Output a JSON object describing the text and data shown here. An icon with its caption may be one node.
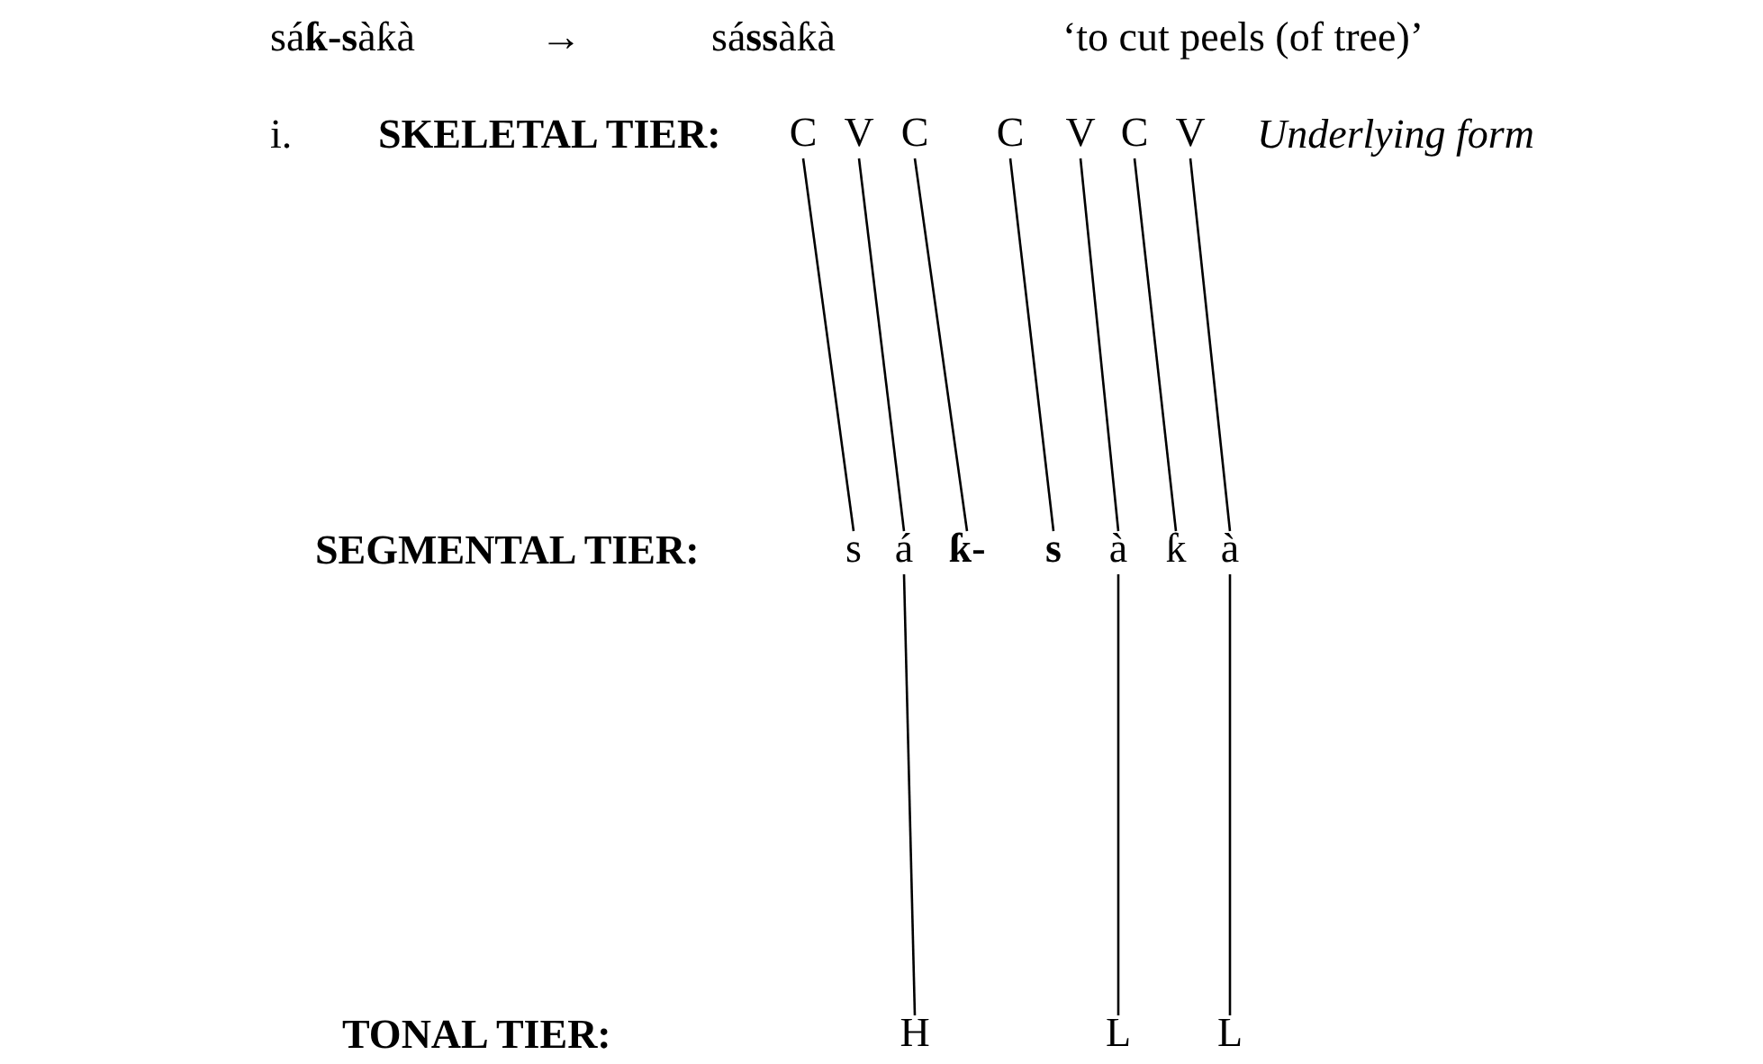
{
  "diagram": {
    "nodes": [
      {
        "text": [
          "C"
        ]
      },
      {
        "text": [
          "V"
        ]
      },
      {
        "text": [
          "C"
        ]
      },
      {
        "text": [
          "C"
        ]
      },
      {
        "text": [
          "V"
        ]
      },
      {
        "text": [
          "C"
        ]
      },
      {
        "text": [
          "V"
        ]
      },
      {
        "text": [
          "s"
        ]
      },
      {
        "text": [
          "á"
        ]
      },
      {
        "text": [
          "ƙ-"
        ]
      },
      {
        "text": [
          "s"
        ]
      },
      {
        "text": [
          "à"
        ]
      },
      {
        "text": [
          "ƙ"
        ]
      },
      {
        "text": [
          "à"
        ]
      },
      {
        "text": [
          "H"
        ]
      },
      {
        "text": [
          "L"
        ]
      },
      {
        "text": [
          "L"
        ]
      }
    ],
    "edges": [
      {
        "from": 0,
        "to": 7,
        "arrow": "none"
      },
      {
        "from": 1,
        "to": 8,
        "arrow": "none"
      },
      {
        "from": 2,
        "to": 9,
        "arrow": "none"
      },
      {
        "from": 3,
        "to": 10,
        "arrow": "none"
      },
      {
        "from": 4,
        "to": 11,
        "arrow": "none"
      },
      {
        "from": 5,
        "to": 12,
        "arrow": "none"
      },
      {
        "from": 6,
        "to": 13,
        "arrow": "none"
      },
      {
        "from": 8,
        "to": 14,
        "arrow": "none"
      },
      {
        "from": 11,
        "to": 15,
        "arrow": "none"
      },
      {
        "from": 13,
        "to": 16,
        "arrow": "none"
      }
    ],
    "labels": [
      "sá**ƙ-s**àƙà",
      "→",
      "sá**ss**àƙà",
      "‘to cut peels (of tree)’",
      "i.",
      "SKELETAL TIER:",
      "Underlying form",
      "SEGMENTAL TIER:",
      "TONAL TIER:"
    ]
  }
}
